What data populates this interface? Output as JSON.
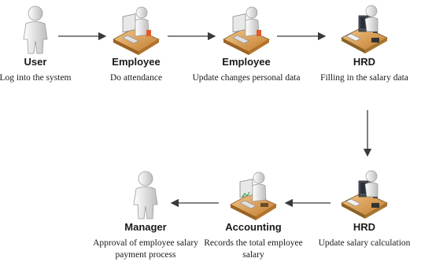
{
  "nodes": [
    {
      "id": "user",
      "icon": "person-icon",
      "title": "User",
      "desc": "Log into the system"
    },
    {
      "id": "employee-1",
      "icon": "person-at-computer-icon",
      "title": "Employee",
      "desc": "Do attendance"
    },
    {
      "id": "employee-2",
      "icon": "person-at-computer-icon",
      "title": "Employee",
      "desc": "Update changes personal data"
    },
    {
      "id": "hrd-1",
      "icon": "person-at-workstation-icon",
      "title": "HRD",
      "desc": "Filling in the salary data"
    },
    {
      "id": "hrd-2",
      "icon": "person-at-workstation-icon",
      "title": "HRD",
      "desc": "Update salary calculation"
    },
    {
      "id": "accounting",
      "icon": "person-at-computer-icon",
      "title": "Accounting",
      "desc": "Records the total employee salary"
    },
    {
      "id": "manager",
      "icon": "person-icon",
      "title": "Manager",
      "desc": "Approval of employee salary payment process"
    }
  ],
  "edges": [
    {
      "from": "user",
      "to": "employee-1"
    },
    {
      "from": "employee-1",
      "to": "employee-2"
    },
    {
      "from": "employee-2",
      "to": "hrd-1"
    },
    {
      "from": "hrd-1",
      "to": "hrd-2"
    },
    {
      "from": "hrd-2",
      "to": "accounting"
    },
    {
      "from": "accounting",
      "to": "manager"
    }
  ],
  "colors": {
    "arrow": "#3a3a3a",
    "desk": "#c8893a",
    "monitor": "#4a4f57",
    "person": "#f2f2f2"
  }
}
